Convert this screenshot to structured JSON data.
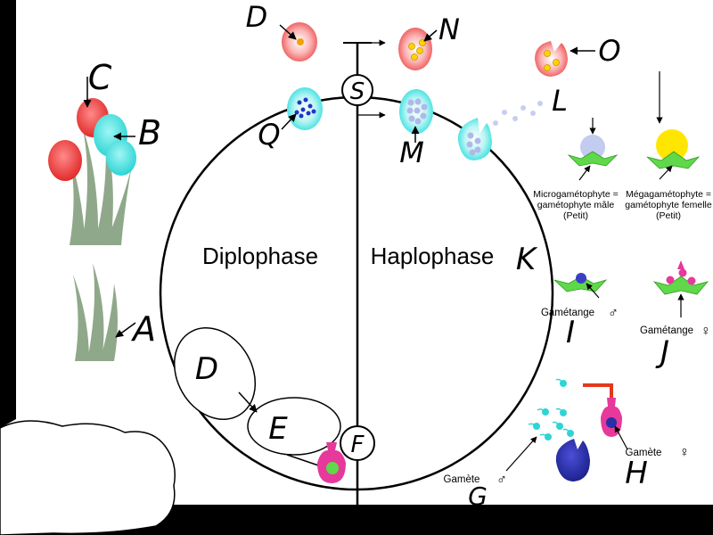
{
  "diagram": {
    "phases": {
      "left": "Diplophase",
      "right": "Haplophase"
    },
    "circle_labels": {
      "top": "S",
      "bottom": "F"
    },
    "bubble_labels": {
      "d": "D",
      "e": "E"
    },
    "letters": {
      "A": "A",
      "B": "B",
      "C": "C",
      "D": "D",
      "G": "G",
      "H": "H",
      "I": "I",
      "J": "J",
      "K": "K",
      "L": "L",
      "M": "M",
      "N": "N",
      "O": "O",
      "Q": "Q"
    },
    "captions": {
      "micro_line1": "Microgamétophyte =",
      "micro_line2": "gamétophyte mâle",
      "micro_line3": "(Petit)",
      "mega_line1": "Mégagamétophyte =",
      "mega_line2": "gamétophyte femelle",
      "mega_line3": "(Petit)",
      "gametange_m": "Gamétange",
      "gametange_f": "Gamétange",
      "gamete_m": "Gamète",
      "gamete_f": "Gamète"
    },
    "symbols": {
      "male": "♂",
      "female": "♀"
    },
    "colors": {
      "cyan_spore": "#4fe3e3",
      "red_spore": "#f26b6b",
      "yellow_spore": "#ffe600",
      "green_gametophyte": "#5fd84a",
      "magenta_archegone": "#e6399b",
      "navy_egg": "#2a2ea8",
      "grass": "#8fa88a"
    }
  }
}
